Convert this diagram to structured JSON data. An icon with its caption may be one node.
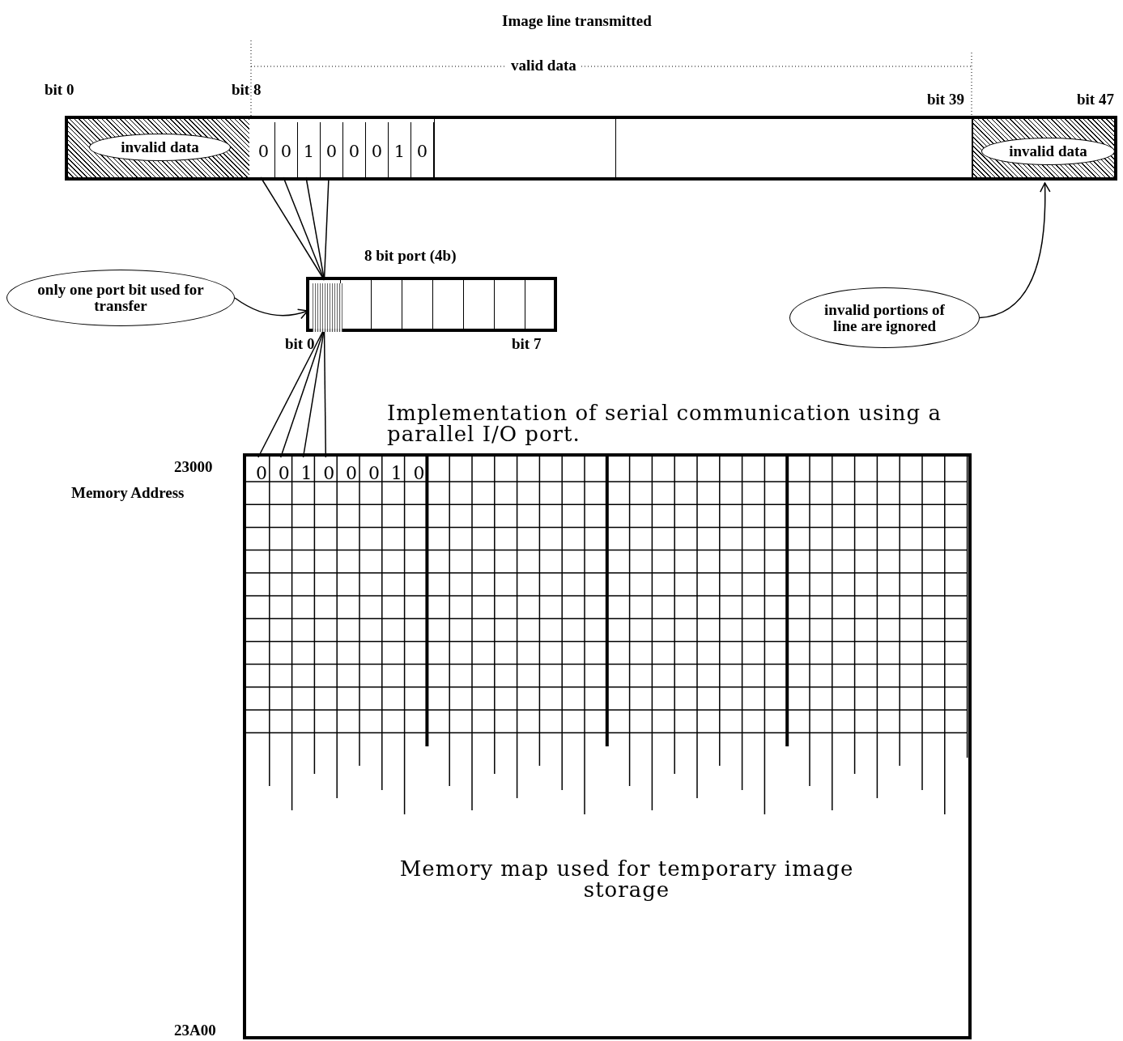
{
  "diagram": {
    "nodes": [
      {
        "text": [],
        "shape": "bar"
      },
      {
        "text": [
          "invalid data"
        ],
        "in": 0
      },
      {
        "text": [
          "0"
        ],
        "in": 0
      },
      {
        "text": [
          "0"
        ],
        "in": 0
      },
      {
        "text": [
          "1"
        ],
        "in": 0
      },
      {
        "text": [
          "0"
        ],
        "in": 0
      },
      {
        "text": [
          "0"
        ],
        "in": 0
      },
      {
        "text": [
          "0"
        ],
        "in": 0
      },
      {
        "text": [
          "1"
        ],
        "in": 0
      },
      {
        "text": [
          "0"
        ],
        "in": 0
      },
      {
        "text": [
          "invalid data"
        ],
        "in": 0
      },
      {
        "text": [],
        "shape": "box"
      },
      {
        "text": [],
        "shape": "box",
        "in": 11
      },
      {
        "text": [
          "only one port bit used for transfer"
        ]
      },
      {
        "text": [
          "invalid portions of line are ignored"
        ]
      },
      {
        "text": [
          "Memory map used for temporary image storage"
        ]
      },
      {
        "text": [
          "0"
        ],
        "in": 15
      },
      {
        "text": [
          "0"
        ],
        "in": 15
      },
      {
        "text": [
          "1"
        ],
        "in": 15
      },
      {
        "text": [
          "0"
        ],
        "in": 15
      },
      {
        "text": [
          "0"
        ],
        "in": 15
      },
      {
        "text": [
          "0"
        ],
        "in": 15
      },
      {
        "text": [
          "1"
        ],
        "in": 15
      },
      {
        "text": [
          "0"
        ],
        "in": 15
      }
    ],
    "edges": [
      {
        "from": 2,
        "to": 12,
        "arrow": "none"
      },
      {
        "from": 3,
        "to": 12,
        "arrow": "none"
      },
      {
        "from": 4,
        "to": 12,
        "arrow": "none"
      },
      {
        "from": 5,
        "to": 12,
        "arrow": "none"
      },
      {
        "from": 13,
        "to": 12,
        "arrow": "to"
      },
      {
        "from": 14,
        "to": 10,
        "arrow": "to"
      },
      {
        "from": 12,
        "to": 16,
        "arrow": "none"
      },
      {
        "from": 12,
        "to": 17,
        "arrow": "none"
      },
      {
        "from": 12,
        "to": 18,
        "arrow": "none"
      },
      {
        "from": 12,
        "to": 19,
        "arrow": "none"
      }
    ],
    "labels": [
      "Image line transmitted",
      "valid data",
      "bit 0",
      "bit 8",
      "bit 39",
      "bit 47",
      "8 bit port (4b)",
      "bit 0",
      "bit 7",
      "Implementation of serial communication using a parallel I/O port.",
      "23000",
      "Memory Address",
      "23A00"
    ]
  }
}
